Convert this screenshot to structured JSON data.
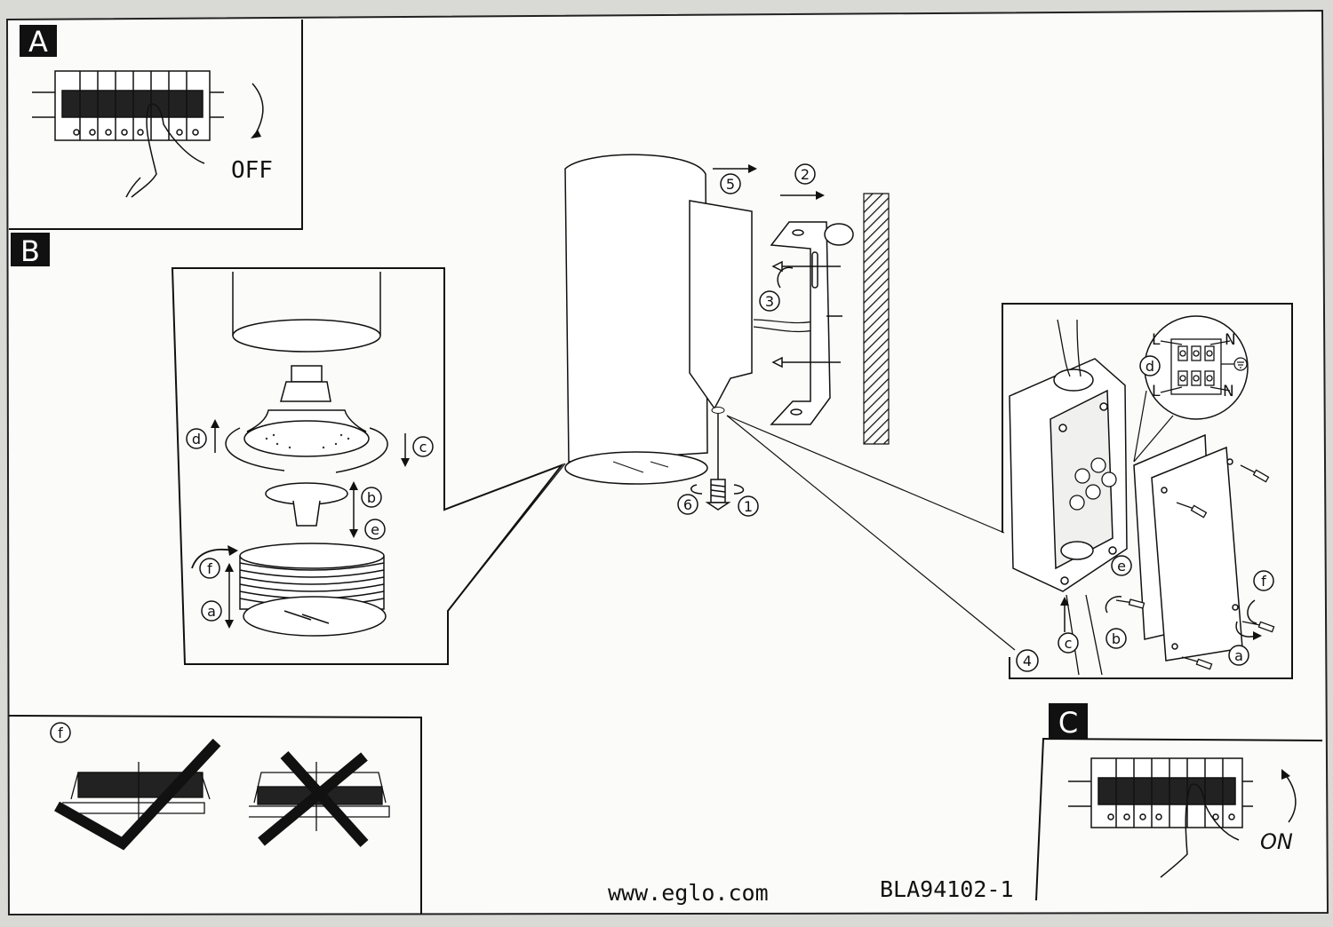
{
  "panels": {
    "a": {
      "letter": "A",
      "state_label": "OFF"
    },
    "b": {
      "letter": "B"
    },
    "c": {
      "letter": "C",
      "state_label": "ON"
    },
    "f_detail": {
      "tag": "f"
    }
  },
  "main_steps": [
    "1",
    "2",
    "3",
    "4",
    "5",
    "6"
  ],
  "lamp_detail_labels": {
    "a": "a",
    "b": "b",
    "c": "c",
    "d": "d",
    "e": "e",
    "f": "f"
  },
  "junction_box_labels": {
    "a": "a",
    "b": "b",
    "c": "c",
    "d": "d",
    "e": "e",
    "f": "f"
  },
  "terminal_labels": {
    "live": "L",
    "neutral": "N"
  },
  "footer": {
    "website": "www.eglo.com",
    "code": "BLA94102-1"
  },
  "colors": {
    "paper": "#fbfbf9",
    "ink": "#111111",
    "label_bg": "#111111"
  }
}
